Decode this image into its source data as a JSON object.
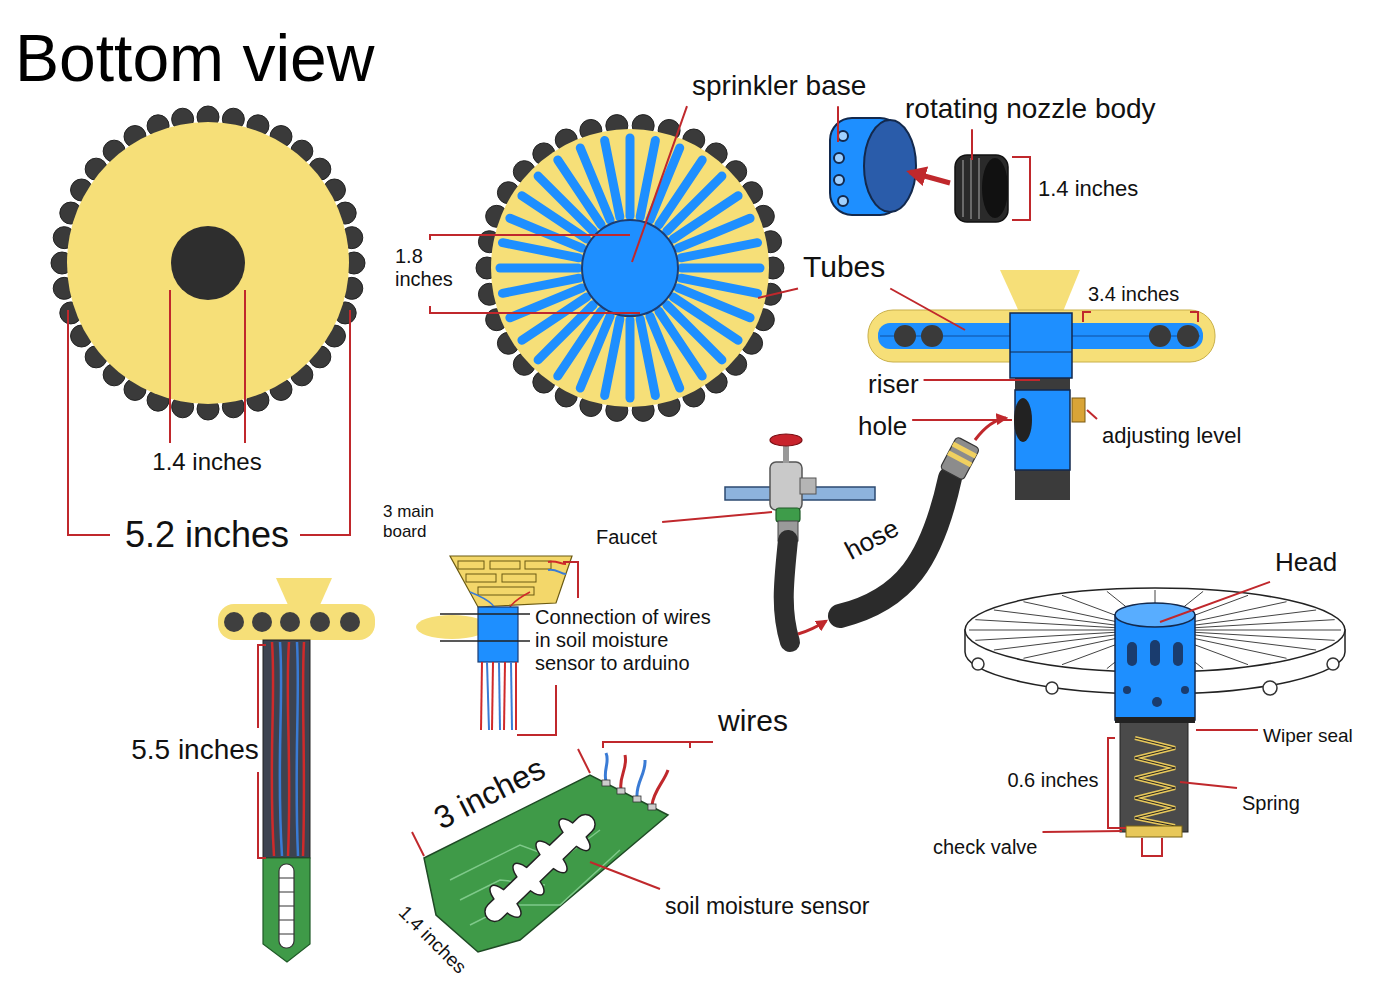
{
  "diagram": {
    "title": "Bottom view",
    "labels": [
      "sprinkler base",
      "rotating nozzle body",
      "1.4 inches",
      "1.8 inches",
      "Tubes",
      "3.4 inches",
      "riser",
      "hole",
      "adjusting level",
      "1.4 inches",
      "5.2 inches",
      "3 main board",
      "Faucet",
      "hose",
      "Connection of wires in soil moisture sensor to arduino",
      "Head",
      "5.5 inches",
      "wires",
      "Wiper seal",
      "0.6 inches",
      "Spring",
      "3 inches",
      "check valve",
      "soil moisture sensor",
      "1.4 inches"
    ]
  }
}
